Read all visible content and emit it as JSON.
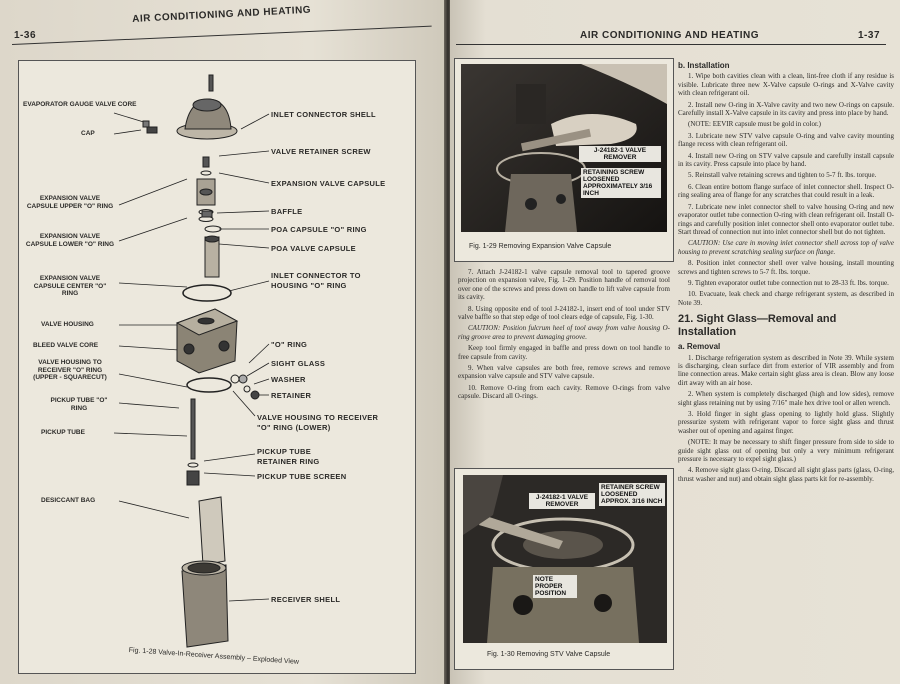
{
  "left_page": {
    "page_number": "1-36",
    "header": "AIR CONDITIONING AND HEATING",
    "labels_left": [
      "EVAPORATOR GAUGE VALVE CORE",
      "CAP",
      "EXPANSION VALVE CAPSULE UPPER \"O\" RING",
      "EXPANSION VALVE CAPSULE LOWER \"O\" RING",
      "EXPANSION VALVE CAPSULE CENTER \"O\" RING",
      "VALVE HOUSING",
      "BLEED VALVE CORE",
      "VALVE HOUSING TO RECEIVER \"O\" RING (UPPER - SQUARECUT)",
      "PICKUP TUBE \"O\" RING",
      "PICKUP TUBE",
      "DESICCANT BAG"
    ],
    "labels_right": [
      "INLET CONNECTOR SHELL",
      "VALVE RETAINER SCREW",
      "EXPANSION VALVE CAPSULE",
      "BAFFLE",
      "POA CAPSULE \"O\" RING",
      "POA VALVE CAPSULE",
      "INLET CONNECTOR TO HOUSING \"O\" RING",
      "\"O\" RING",
      "SIGHT GLASS",
      "WASHER",
      "RETAINER",
      "VALVE HOUSING TO RECEIVER \"O\" RING (LOWER)",
      "PICKUP TUBE RETAINER RING",
      "PICKUP TUBE SCREEN",
      "RECEIVER SHELL"
    ],
    "caption": "Fig. 1-28 Valve-In-Receiver Assembly – Exploded View"
  },
  "right_page": {
    "header": "AIR CONDITIONING AND HEATING",
    "page_number": "1-37",
    "fig29": {
      "labels": [
        "J-24182-1 VALVE REMOVER",
        "RETAINING SCREW LOOSENED APPROXIMATELY 3/16 INCH"
      ],
      "caption": "Fig. 1-29 Removing Expansion Valve Capsule"
    },
    "fig30": {
      "labels": [
        "J-24182-1 VALVE REMOVER",
        "RETAINER SCREW LOOSENED APPROX. 3/16 INCH",
        "NOTE PROPER POSITION"
      ],
      "caption": "Fig. 1-30 Removing STV Valve Capsule"
    },
    "col1_paragraphs": [
      "7. Attach J-24182-1 valve capsule removal tool to tapered groove projection on expansion valve, Fig. 1-29. Position handle of removal tool over one of the screws and press down on handle to lift valve capsule from its cavity.",
      "8. Using opposite end of tool J-24182-1, insert end of tool under STV valve baffle so that step edge of tool clears edge of capsule, Fig. 1-30.",
      "CAUTION: Position fulcrum heel of tool away from valve housing O-ring groove area to prevent damaging groove.",
      "Keep tool firmly engaged in baffle and press down on tool handle to free capsule from cavity.",
      "9. When valve capsules are both free, remove screws and remove expansion valve capsule and STV valve capsule.",
      "10. Remove O-ring from each cavity. Remove O-rings from valve capsule. Discard all O-rings."
    ],
    "install_heading": "b. Installation",
    "col2_paragraphs": [
      "1. Wipe both cavities clean with a clean, lint-free cloth if any residue is visible. Lubricate three new X-Valve capsule O-rings and X-Valve cavity with clean refrigerant oil.",
      "2. Install new O-ring in X-Valve cavity and two new O-rings on capsule. Carefully install X-Valve capsule in its cavity and press into place by hand.",
      "(NOTE: EEVIR capsule must be gold in color.)",
      "3. Lubricate new STV valve capsule O-ring and valve cavity mounting flange recess with clean refrigerant oil.",
      "4. Install new O-ring on STV valve capsule and carefully install capsule in its cavity. Press capsule into place by hand.",
      "5. Reinstall valve retaining screws and tighten to 5-7 ft. lbs. torque.",
      "6. Clean entire bottom flange surface of inlet connector shell. Inspect O-ring sealing area of flange for any scratches that could result in a leak.",
      "7. Lubricate new inlet connector shell to valve housing O-ring and new evaporator outlet tube connection O-ring with clean refrigerant oil. Install O-rings and carefully position inlet connector shell onto evaporator outlet tube. Start thread of connection nut into inlet connector shell but do not tighten.",
      "CAUTION: Use care in moving inlet connector shell across top of valve housing to prevent scratching sealing surface on flange.",
      "8. Position inlet connector shell over valve housing, install mounting screws and tighten screws to 5-7 ft. lbs. torque.",
      "9. Tighten evaporator outlet tube connection nut to 28-33 ft. lbs. torque.",
      "10. Evacuate, leak check and charge refrigerant system, as described in Note 39."
    ],
    "section_heading": "21. Sight Glass—Removal and Installation",
    "removal_heading": "a. Removal",
    "col2_removal_paragraphs": [
      "1. Discharge refrigeration system as described in Note 39. While system is discharging, clean surface dirt from exterior of VIR assembly and from line connection areas. Make certain sight glass area is clean. Blow any loose dirt away with an air hose.",
      "2. When system is completely discharged (high and low sides), remove sight glass retaining nut by using 7/16\" male hex drive tool or allen wrench.",
      "3. Hold finger in sight glass opening to lightly hold glass. Slightly pressurize system with refrigerant vapor to force sight glass and thrust washer out of opening and against finger.",
      "(NOTE: It may be necessary to shift finger pressure from side to side to guide sight glass out of opening but only a very minimum refrigerant pressure is necessary to expel sight glass.)",
      "4. Remove sight glass O-ring. Discard all sight glass parts (glass, O-ring, thrust washer and nut) and obtain sight glass parts kit for re-assembly."
    ]
  }
}
